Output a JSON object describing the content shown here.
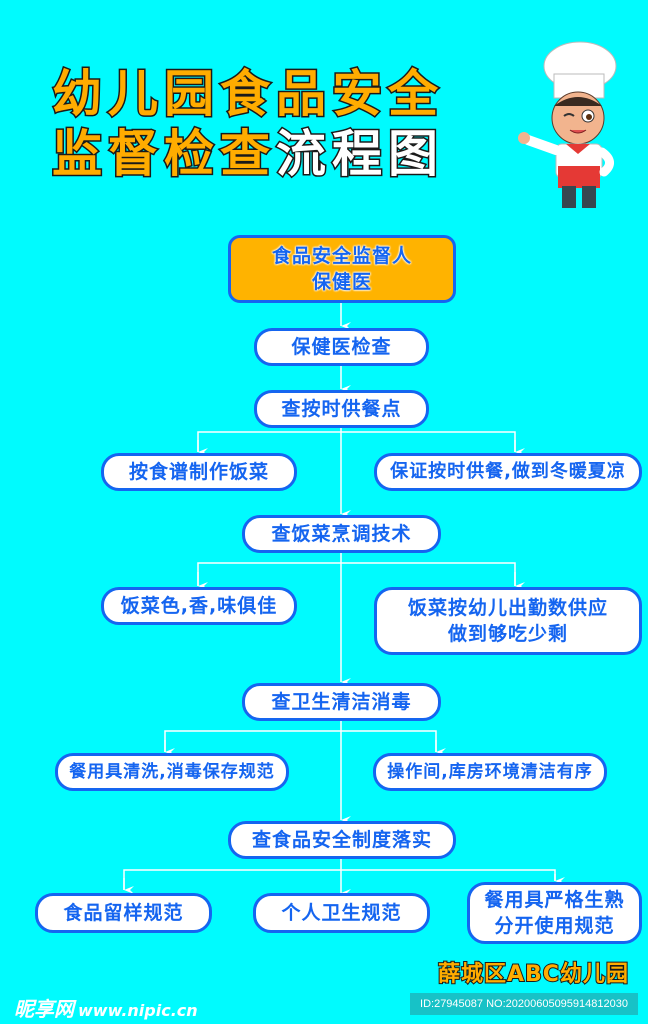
{
  "title": {
    "line1": "幼儿园食品安全",
    "line2_orange": "监督检查",
    "line2_white": "流程图"
  },
  "colors": {
    "background": "#00fbfe",
    "title_fill": "#ffac00",
    "box_border": "#1565f0",
    "box_text": "#1565f0",
    "root_fill": "#ffb300",
    "connector": "#ffffff"
  },
  "illustration": "chef-mascot",
  "flow": {
    "root": {
      "line1": "食品安全监督人",
      "line2": "保健医"
    },
    "step1": "保健医检查",
    "step2": {
      "label": "查按时供餐点",
      "children": [
        "按食谱制作饭菜",
        "保证按时供餐,做到冬暖夏凉"
      ]
    },
    "step3": {
      "label": "查饭菜烹调技术",
      "children": [
        "饭菜色,香,味俱佳",
        {
          "line1": "饭菜按幼儿出勤数供应",
          "line2": "做到够吃少剩"
        }
      ]
    },
    "step4": {
      "label": "查卫生清洁消毒",
      "children": [
        "餐用具清洗,消毒保存规范",
        "操作间,库房环境清洁有序"
      ]
    },
    "step5": {
      "label": "查食品安全制度落实",
      "children": [
        "食品留样规范",
        "个人卫生规范",
        {
          "line1": "餐用具严格生熟",
          "line2": "分开使用规范"
        }
      ]
    }
  },
  "footer": {
    "school": "薛城区ABC幼儿园",
    "watermark_logo": "昵享网",
    "watermark_url": "www.nipic.cn",
    "id_text": "ID:27945087 NO:20200605095914812030"
  }
}
